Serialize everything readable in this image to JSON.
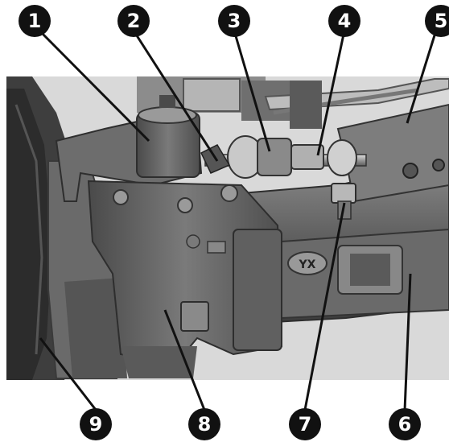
{
  "callouts": [
    {
      "label": "1"
    },
    {
      "label": "2"
    },
    {
      "label": "3"
    },
    {
      "label": "4"
    },
    {
      "label": "5"
    },
    {
      "label": "6"
    },
    {
      "label": "7"
    },
    {
      "label": "8"
    },
    {
      "label": "9"
    }
  ],
  "casting_mark": "YX",
  "colors": {
    "background": "#d9d9d9",
    "metal_dark": "#3a3a3a",
    "metal_mid": "#6e6e6e",
    "metal_light": "#a8a8a8",
    "callout": "#111111",
    "callout_text": "#ffffff"
  }
}
